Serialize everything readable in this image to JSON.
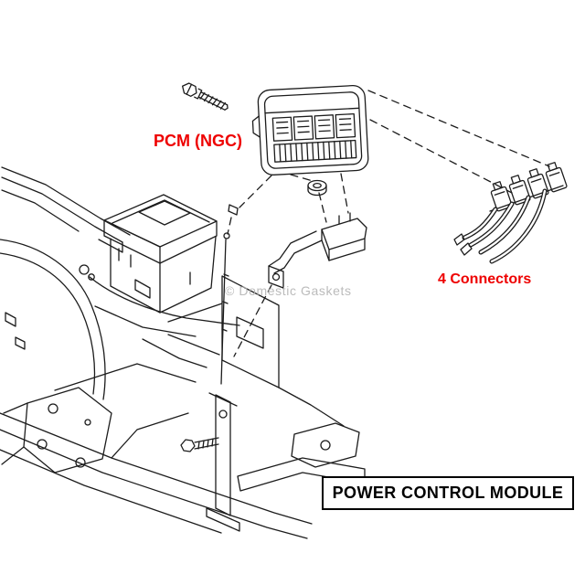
{
  "canvas": {
    "background": "#ffffff"
  },
  "labels": {
    "pcm": "PCM (NGC)",
    "connectors": "4 Connectors"
  },
  "watermark": "© Domestic Gaskets",
  "title_box": {
    "text": "POWER CONTROL MODULE"
  },
  "colors": {
    "label_red": "#ee0000",
    "line": "#1c1c1c",
    "watermark": "#b4b4b4",
    "title_text": "#000000",
    "title_border": "#000000",
    "page_bg": "#ffffff"
  }
}
